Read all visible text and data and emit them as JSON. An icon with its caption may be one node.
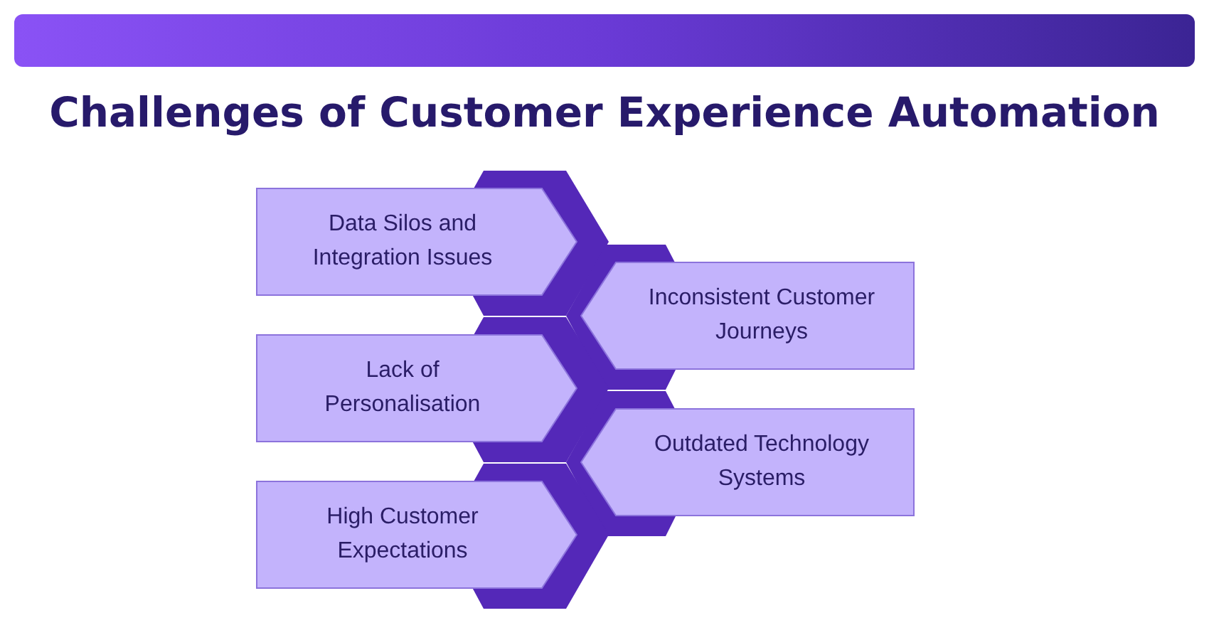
{
  "diagram": {
    "title": "Challenges of Customer Experience Automation",
    "nodes": [
      {
        "text": [
          "Data Silos and Integration Issues"
        ]
      },
      {
        "text": [
          "Inconsistent Customer Journeys"
        ]
      },
      {
        "text": [
          "Lack of Personalisation"
        ]
      },
      {
        "text": [
          "Outdated Technology Systems"
        ]
      },
      {
        "text": [
          "High Customer Expectations"
        ]
      }
    ]
  }
}
